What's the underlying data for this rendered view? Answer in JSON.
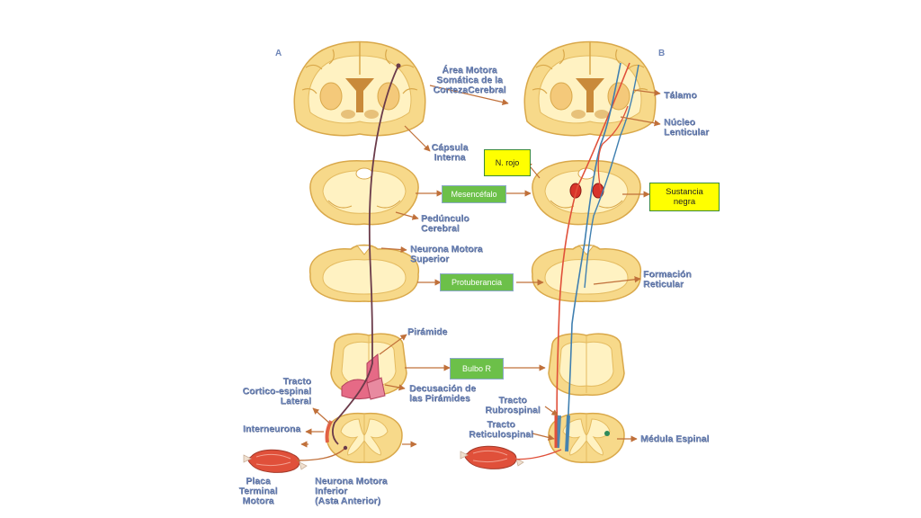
{
  "panels": {
    "a": "A",
    "b": "B"
  },
  "labels": {
    "area_motora": [
      "Área Motora",
      "Somática de la",
      "CortezaCerebral"
    ],
    "capsula_interna": [
      "Cápsula",
      "Interna"
    ],
    "pedunculo_cerebral": [
      "Pedúnculo",
      "Cerebral"
    ],
    "neurona_motora_superior": [
      "Neurona Motora",
      "Superior"
    ],
    "piramide": [
      "Pirámide"
    ],
    "decusacion": [
      "Decusación de",
      "las Pirámides"
    ],
    "tracto_cortico": [
      "Tracto",
      "Cortico-espinal",
      "Lateral"
    ],
    "interneurona": [
      "Interneurona"
    ],
    "placa_terminal": [
      "Placa",
      "Terminal",
      "Motora"
    ],
    "neurona_motora_inferior": [
      "Neurona Motora",
      "Inferior",
      "(Asta Anterior)"
    ],
    "talamo": [
      "Tálamo"
    ],
    "nucleo_lenticular": [
      "Núcleo",
      "Lenticular"
    ],
    "formacion_reticular": [
      "Formación",
      "Reticular"
    ],
    "tracto_rubrospinal": [
      "Tracto",
      "Rubrospinal"
    ],
    "tracto_reticulospinal": [
      "Tracto",
      "Reticulospinal"
    ],
    "medula_espinal": [
      "Médula  Espinal"
    ]
  },
  "boxes": {
    "n_rojo": "N. rojo",
    "mesencefalo": "Mesencéfalo",
    "sustancia_negra": [
      "Sustancia",
      "negra"
    ],
    "protuberancia": "Protuberancia",
    "bulbo": "Bulbo R"
  },
  "colors": {
    "tissue": "#f7d98a",
    "tissue_light": "#fff2c2",
    "tissue_edge": "#d9a84a",
    "corticospinal": "#6b3b4a",
    "rubrospinal": "#e0503a",
    "reticulospinal": "#3f7fb0",
    "pyramid": "#e66a86",
    "arrow": "#c0703a",
    "label": "#6f86b8"
  }
}
